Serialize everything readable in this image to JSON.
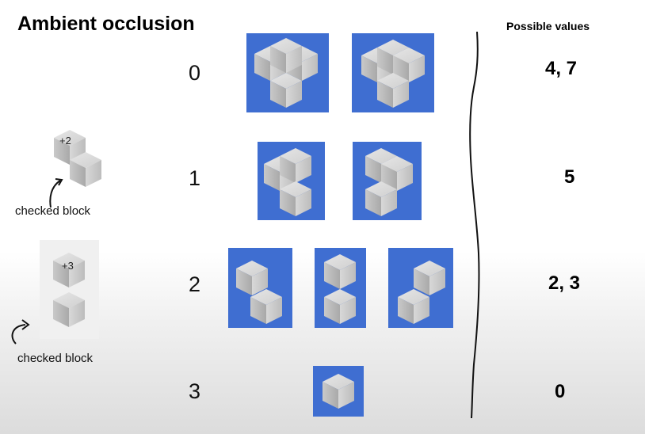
{
  "title": "Ambient occlusion",
  "column_header": "Possible values",
  "rows": [
    {
      "level": "0",
      "values": "4, 7"
    },
    {
      "level": "1",
      "values": "5"
    },
    {
      "level": "2",
      "values": "2, 3"
    },
    {
      "level": "3",
      "values": "0"
    }
  ],
  "examples": [
    {
      "badge": "+2",
      "caption": "checked block"
    },
    {
      "badge": "+3",
      "caption": "checked block"
    }
  ],
  "colors": {
    "tile_blue": "#3f6ed1",
    "cube_light": "#dadada",
    "cube_mid": "#bdbdbd",
    "cube_dark": "#a3a3a3"
  },
  "icons": [
    "curved-arrow-icon",
    "curved-arrow-icon"
  ]
}
